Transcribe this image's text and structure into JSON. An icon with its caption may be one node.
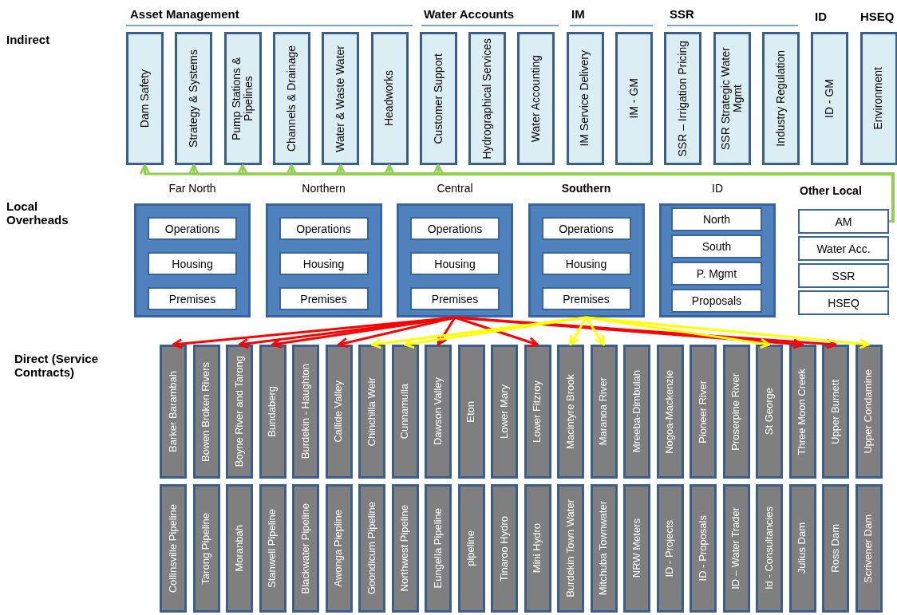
{
  "diagram": {
    "nodes": [
      {
        "text": [
          "Dam Safety"
        ]
      },
      {
        "text": [
          "Strategy & Systems"
        ]
      },
      {
        "text": [
          "Pump Stations & Pipelines"
        ]
      },
      {
        "text": [
          "Channels & Drainage"
        ]
      },
      {
        "text": [
          "Water & Waste Water"
        ]
      },
      {
        "text": [
          "Headworks"
        ]
      },
      {
        "text": [
          "Customer Support"
        ]
      },
      {
        "text": [
          "Hydrographical Services"
        ]
      },
      {
        "text": [
          "Water Accounting"
        ]
      },
      {
        "text": [
          "IM Service Delivery"
        ]
      },
      {
        "text": [
          "IM - GM"
        ]
      },
      {
        "text": [
          "SSR – Irrigation Pricing"
        ]
      },
      {
        "text": [
          "SSR Strategic Water Mgmt"
        ]
      },
      {
        "text": [
          "Industry Regulation"
        ]
      },
      {
        "text": [
          "ID - GM"
        ]
      },
      {
        "text": [
          "Environment"
        ]
      },
      {
        "text": [
          "Far North"
        ]
      },
      {
        "text": [
          "Operations"
        ],
        "in": 16
      },
      {
        "text": [
          "Housing"
        ],
        "in": 16
      },
      {
        "text": [
          "Premises"
        ],
        "in": 16
      },
      {
        "text": [
          "Northern"
        ]
      },
      {
        "text": [
          "Operations"
        ],
        "in": 20
      },
      {
        "text": [
          "Housing"
        ],
        "in": 20
      },
      {
        "text": [
          "Premises"
        ],
        "in": 20
      },
      {
        "text": [
          "Central"
        ]
      },
      {
        "text": [
          "Operations"
        ],
        "in": 24
      },
      {
        "text": [
          "Housing"
        ],
        "in": 24
      },
      {
        "text": [
          "Premises"
        ],
        "in": 24
      },
      {
        "text": [
          "Southern"
        ]
      },
      {
        "text": [
          "Operations"
        ],
        "in": 28
      },
      {
        "text": [
          "Housing"
        ],
        "in": 28
      },
      {
        "text": [
          "Premises"
        ],
        "in": 28
      },
      {
        "text": [
          "ID"
        ]
      },
      {
        "text": [
          "North"
        ],
        "in": 32
      },
      {
        "text": [
          "South"
        ],
        "in": 32
      },
      {
        "text": [
          "P. Mgmt"
        ],
        "in": 32
      },
      {
        "text": [
          "Proposals"
        ],
        "in": 32
      },
      {
        "text": [
          "AM"
        ]
      },
      {
        "text": [
          "Water Acc."
        ]
      },
      {
        "text": [
          "SSR"
        ]
      },
      {
        "text": [
          "HSEQ"
        ]
      },
      {
        "text": [
          "Barker Barambah"
        ]
      },
      {
        "text": [
          "Bowen Broken Rivers"
        ]
      },
      {
        "text": [
          "Boyne River and Tarong"
        ]
      },
      {
        "text": [
          "Bundaberg"
        ]
      },
      {
        "text": [
          "Burdekin - Haughton"
        ]
      },
      {
        "text": [
          "Callide Valley"
        ]
      },
      {
        "text": [
          "Chinchilla Weir"
        ]
      },
      {
        "text": [
          "Cunnamulla"
        ]
      },
      {
        "text": [
          "Dawson Valley"
        ]
      },
      {
        "text": [
          "Eton"
        ]
      },
      {
        "text": [
          "Lower Mary"
        ]
      },
      {
        "text": [
          "Lower Fitzroy"
        ]
      },
      {
        "text": [
          "Macintyre Brook"
        ]
      },
      {
        "text": [
          "Maranoa River"
        ]
      },
      {
        "text": [
          "Mreeba-Dimbulah"
        ]
      },
      {
        "text": [
          "Nogoa-Mackenzie"
        ]
      },
      {
        "text": [
          "Pioneer River"
        ]
      },
      {
        "text": [
          "Proserpine River"
        ]
      },
      {
        "text": [
          "St George"
        ]
      },
      {
        "text": [
          "Three Moon Creek"
        ]
      },
      {
        "text": [
          "Upper Burnett"
        ]
      },
      {
        "text": [
          "Upper Condamine"
        ]
      },
      {
        "text": [
          "Collinsville Pipeline"
        ]
      },
      {
        "text": [
          "Tarong Pipeline"
        ]
      },
      {
        "text": [
          "Moranbah"
        ]
      },
      {
        "text": [
          "Stanwell Pipeline"
        ]
      },
      {
        "text": [
          "Blackwater Pipeline"
        ]
      },
      {
        "text": [
          "Awonga Piepline"
        ]
      },
      {
        "text": [
          "Goondicum Pipeline"
        ]
      },
      {
        "text": [
          "Northwest Pipeline"
        ]
      },
      {
        "text": [
          "Eungella Pipeline"
        ]
      },
      {
        "text": [
          "pipeline"
        ]
      },
      {
        "text": [
          "Tinaroo Hydro"
        ]
      },
      {
        "text": [
          "Mini Hydro"
        ]
      },
      {
        "text": [
          "Burdekin Town Water"
        ]
      },
      {
        "text": [
          "Mitchuba Townwater"
        ]
      },
      {
        "text": [
          "NRW Meters"
        ]
      },
      {
        "text": [
          "ID - Projects"
        ]
      },
      {
        "text": [
          "ID - Proposals"
        ]
      },
      {
        "text": [
          "ID – Water Trader"
        ]
      },
      {
        "text": [
          "Id - Consultancies"
        ]
      },
      {
        "text": [
          "Julius Dam"
        ]
      },
      {
        "text": [
          "Ross Dam"
        ]
      },
      {
        "text": [
          "Scrivener Dam"
        ]
      }
    ],
    "edges": [
      {
        "from": 37,
        "to": 0,
        "arrow": "to",
        "color": "#92d050"
      },
      {
        "from": 37,
        "to": 1,
        "arrow": "to",
        "color": "#92d050"
      },
      {
        "from": 37,
        "to": 2,
        "arrow": "to",
        "color": "#92d050"
      },
      {
        "from": 37,
        "to": 3,
        "arrow": "to",
        "color": "#92d050"
      },
      {
        "from": 37,
        "to": 4,
        "arrow": "to",
        "color": "#92d050"
      },
      {
        "from": 37,
        "to": 5,
        "arrow": "to",
        "color": "#92d050"
      },
      {
        "from": 37,
        "to": 6,
        "arrow": "to",
        "color": "#92d050"
      },
      {
        "from": 24,
        "to": 41,
        "arrow": "to"
      },
      {
        "from": 24,
        "to": 43,
        "arrow": "to"
      },
      {
        "from": 24,
        "to": 44,
        "arrow": "to"
      },
      {
        "from": 24,
        "to": 46,
        "arrow": "to"
      },
      {
        "from": 24,
        "to": 49,
        "arrow": "to"
      },
      {
        "from": 24,
        "to": 52,
        "arrow": "to"
      },
      {
        "from": 24,
        "to": 60,
        "arrow": "to"
      },
      {
        "from": 24,
        "to": 61,
        "arrow": "to"
      },
      {
        "from": 28,
        "to": 47,
        "arrow": "to",
        "color": "#ffff00"
      },
      {
        "from": 28,
        "to": 48,
        "arrow": "to",
        "color": "#ffff00"
      },
      {
        "from": 28,
        "to": 53,
        "arrow": "to",
        "color": "#ffff00"
      },
      {
        "from": 28,
        "to": 54,
        "arrow": "to",
        "color": "#ffff00"
      },
      {
        "from": 28,
        "to": 59,
        "arrow": "to",
        "color": "#ffff00"
      },
      {
        "from": 28,
        "to": 62,
        "arrow": "to",
        "color": "#ffff00"
      }
    ],
    "labels": [
      "Asset Management",
      "Water Accounts",
      "IM",
      "SSR",
      "ID",
      "HSEQ",
      "Indirect",
      "Local Overheads",
      "Other Local",
      "Direct (Service Contracts)"
    ]
  }
}
